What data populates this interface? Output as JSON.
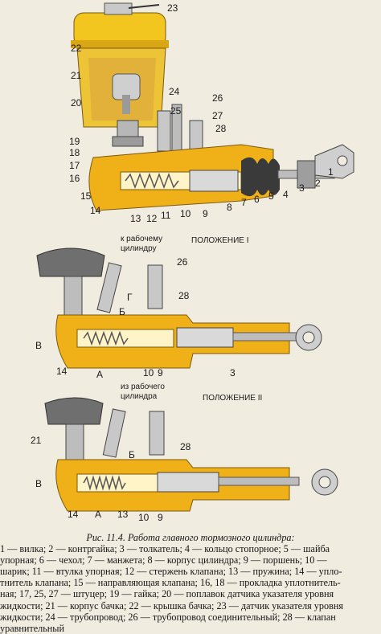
{
  "figure": {
    "top_labels": [
      "23",
      "22",
      "21",
      "20",
      "19",
      "18",
      "17",
      "16",
      "15",
      "14",
      "13",
      "12",
      "11",
      "10",
      "9",
      "8",
      "7",
      "6",
      "5",
      "4",
      "3",
      "2",
      "1",
      "24",
      "25",
      "26",
      "27",
      "28"
    ],
    "middle": {
      "note_left": "к рабочему\nцилиндру",
      "position_label": "ПОЛОЖЕНИЕ I",
      "labels": [
        "26",
        "Г",
        "28",
        "Б",
        "В",
        "14",
        "А",
        "10",
        "9",
        "3"
      ]
    },
    "bottom": {
      "note_left": "из рабочего\nцилиндра",
      "position_label": "ПОЛОЖЕНИЕ II",
      "labels": [
        "21",
        "Б",
        "28",
        "В",
        "14",
        "А",
        "13",
        "10",
        "9"
      ]
    }
  },
  "caption": {
    "title": "Рис. 11.4. Работа главного тормозного цилиндра:",
    "lines": [
      "1 — вилка; 2 — контргайка; 3 — толкатель; 4 — кольцо стопорное; 5 — шайба",
      "упорная; 6 — чехол; 7 — манжета; 8 — корпус цилиндра; 9 — поршень; 10 —",
      "шарик; 11 — втулка упорная; 12 — стержень клапана; 13 — пружина; 14 — упло-",
      "тнитель клапана; 15 — направляющая клапана; 16, 18 — прокладка уплотнитель-",
      "ная; 17, 25, 27 — штуцер; 19 — гайка; 20 — поплавок датчика указателя уровня",
      "жидкости; 21 — корпус бачка; 22 — крышка бачка; 23 — датчик указателя уровня",
      "жидкости; 24 — трубопровод; 26 — трубопровод соединительный; 28 — клапан",
      "уравнительный"
    ]
  }
}
